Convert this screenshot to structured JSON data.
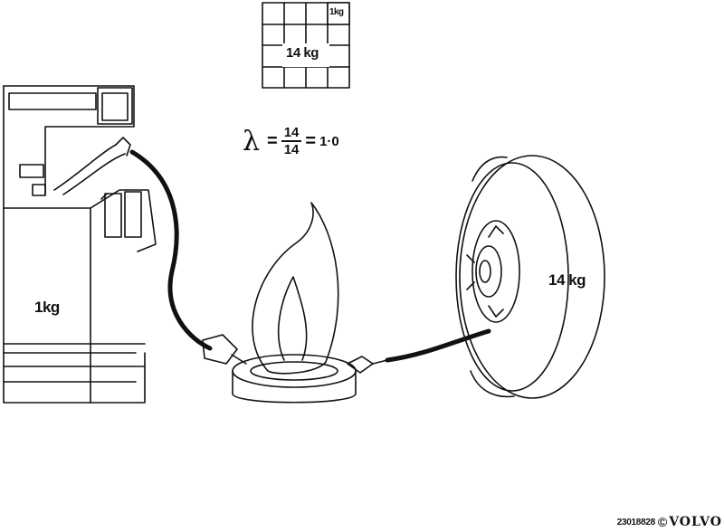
{
  "pump": {
    "label": "1kg"
  },
  "grid": {
    "label": "14 kg",
    "small_label": "1kg"
  },
  "formula": {
    "symbol": "λ",
    "equals": "=",
    "numerator": "14",
    "denominator": "14",
    "equals2": "=",
    "result": "1·0"
  },
  "tyre": {
    "label": "14 kg"
  },
  "footer": {
    "code": "23018828",
    "copyright": "©",
    "brand": "VOLVO"
  }
}
